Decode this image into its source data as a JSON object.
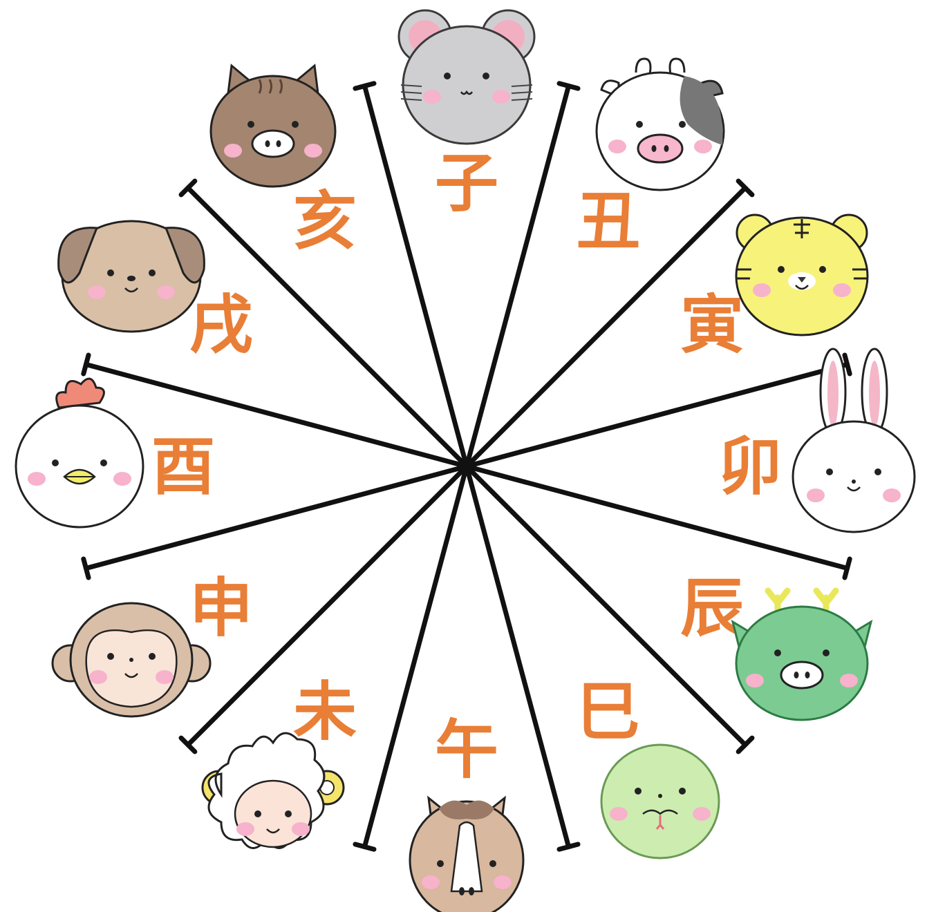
{
  "theme": {
    "label_color": "#E97E36",
    "line_color": "#111111",
    "blush_color": "#F7B2CC",
    "outline_color": "#3A3A3A"
  },
  "zodiac": [
    {
      "id": "rat",
      "kanji": "子",
      "animal": "rat",
      "face": "#CFCFD2",
      "ear": "#F3AFC2"
    },
    {
      "id": "ox",
      "kanji": "丑",
      "animal": "ox",
      "face": "#FFFFFF",
      "spot": "#777777",
      "nose": "#F7B7CC"
    },
    {
      "id": "tiger",
      "kanji": "寅",
      "animal": "tiger",
      "face": "#F7F27A"
    },
    {
      "id": "rabbit",
      "kanji": "卯",
      "animal": "rabbit",
      "face": "#FFFFFF",
      "ear": "#F4B7C8"
    },
    {
      "id": "dragon",
      "kanji": "辰",
      "animal": "dragon",
      "face": "#7CCB92",
      "horn": "#E8E85A"
    },
    {
      "id": "snake",
      "kanji": "巳",
      "animal": "snake",
      "face": "#CDEDB0"
    },
    {
      "id": "horse",
      "kanji": "午",
      "animal": "horse",
      "face": "#D8B89E",
      "mane": "#9A7A66"
    },
    {
      "id": "sheep",
      "kanji": "未",
      "animal": "sheep",
      "face": "#FBE3D8",
      "horn": "#F4E46A"
    },
    {
      "id": "monkey",
      "kanji": "申",
      "animal": "monkey",
      "face": "#F9E4D8",
      "fur": "#D9BFA8"
    },
    {
      "id": "rooster",
      "kanji": "酉",
      "animal": "rooster",
      "face": "#FFFFFF",
      "comb": "#F08A78",
      "beak": "#F4EE6A"
    },
    {
      "id": "dog",
      "kanji": "戌",
      "animal": "dog",
      "face": "#D8BFA5",
      "ear": "#A88E7A"
    },
    {
      "id": "boar",
      "kanji": "亥",
      "animal": "boar",
      "face": "#A48570"
    }
  ]
}
